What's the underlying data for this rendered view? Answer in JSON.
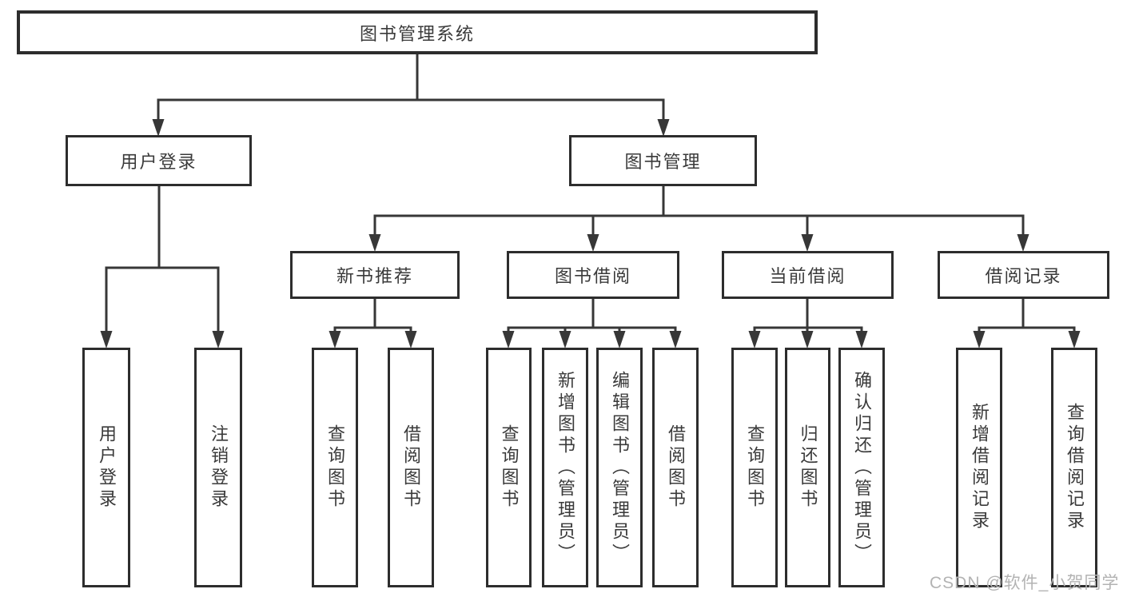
{
  "colors": {
    "line": "#373737",
    "box_border": "#2d2d2d",
    "text": "#3a3a3a",
    "watermark": "#b3b3b3"
  },
  "watermark": {
    "text": "CSDN @软件_小贺同学"
  },
  "tree": {
    "root": {
      "label": "图书管理系统"
    },
    "branches": [
      {
        "label": "用户登录",
        "children": [
          {
            "label": "用户登录"
          },
          {
            "label": "注销登录"
          }
        ]
      },
      {
        "label": "图书管理",
        "children": [
          {
            "label": "新书推荐",
            "children": [
              {
                "label": "查询图书"
              },
              {
                "label": "借阅图书"
              }
            ]
          },
          {
            "label": "图书借阅",
            "children": [
              {
                "label": "查询图书"
              },
              {
                "label": "新增图书（管理员）"
              },
              {
                "label": "编辑图书（管理员）"
              },
              {
                "label": "借阅图书"
              }
            ]
          },
          {
            "label": "当前借阅",
            "children": [
              {
                "label": "查询图书"
              },
              {
                "label": "归还图书"
              },
              {
                "label": "确认归还（管理员）"
              }
            ]
          },
          {
            "label": "借阅记录",
            "children": [
              {
                "label": "新增借阅记录"
              },
              {
                "label": "查询借阅记录"
              }
            ]
          }
        ]
      }
    ]
  }
}
